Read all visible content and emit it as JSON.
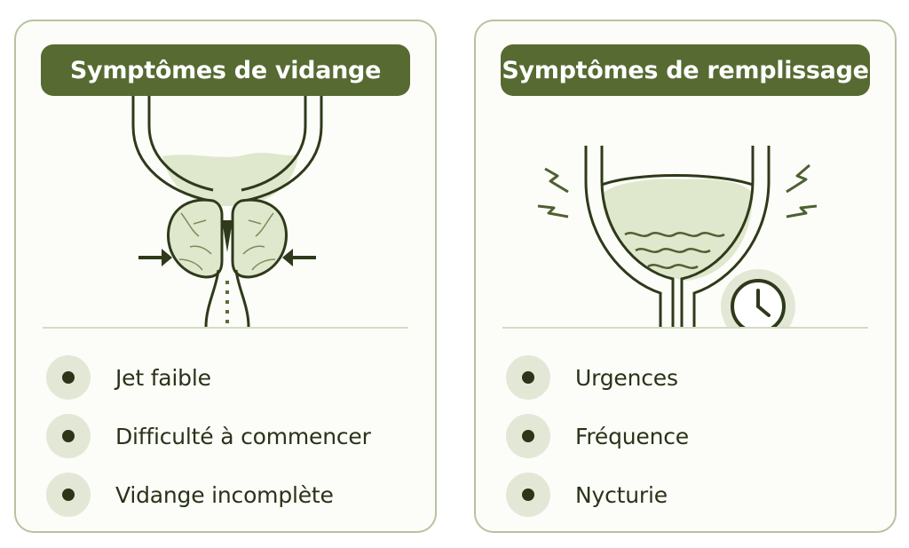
{
  "panels": {
    "voiding": {
      "title": "Symptômes de vidange",
      "items": [
        {
          "label": "Jet faible"
        },
        {
          "label": "Difficulté à commencer"
        },
        {
          "label": "Vidange incomplète"
        }
      ]
    },
    "storage": {
      "title": "Symptômes de remplissage",
      "items": [
        {
          "label": "Urgences"
        },
        {
          "label": "Fréquence"
        },
        {
          "label": "Nycturie"
        }
      ]
    }
  },
  "icons": {
    "voiding": [
      "bladder-icon",
      "prostate-icon",
      "compression-arrow-icon",
      "weak-stream-icon"
    ],
    "storage": [
      "bladder-icon",
      "urine-waves-icon",
      "urgency-zigzag-icon",
      "clock-icon"
    ]
  },
  "colors": {
    "title_bg": "#566a31",
    "outline": "#2e3a1a",
    "fill": "#dfe7cc",
    "panel_border": "#b6c3a0",
    "bullet_bg": "#e3e8d6",
    "bullet_dot": "#2c3518",
    "text": "#2a3318"
  }
}
